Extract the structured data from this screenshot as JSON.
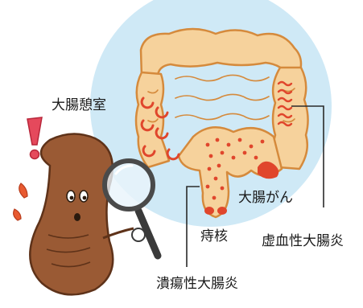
{
  "labels": {
    "diverticulum": "大腸憩室",
    "colon_cancer": "大腸がん",
    "hemorrhoid": "痔核",
    "ischemic_colitis": "虚血性大腸炎",
    "ulcerative_colitis": "潰瘍性大腸炎"
  },
  "colors": {
    "background_circle": "#cfe9f6",
    "colon_fill": "#f6d29c",
    "colon_outline": "#d58a3c",
    "lesion_red": "#e0462c",
    "character_body": "#9a5a34",
    "exclaim": "#e5495c"
  },
  "icons": [
    "magnifying-glass-icon",
    "exclamation-icon",
    "sweat-drop-icon"
  ]
}
